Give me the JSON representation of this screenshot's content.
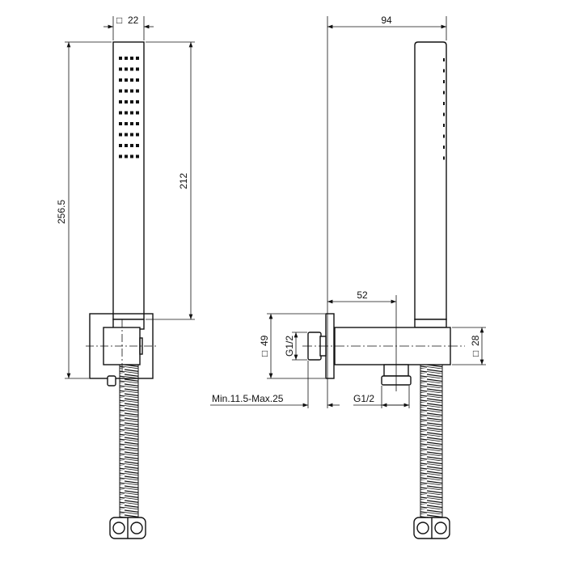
{
  "drawing": {
    "front_view": {
      "head_width": "22",
      "total_height": "256.5",
      "handle_height": "212"
    },
    "side_view": {
      "total_depth": "94",
      "arm_length": "52",
      "flange_size": "49",
      "arm_size": "28",
      "wall_thread": "G1/2",
      "outlet_thread": "G1/2",
      "wall_adjust": "Min.11.5-Max.25"
    },
    "symbols": {
      "square": "□"
    },
    "colors": {
      "line": "#111111",
      "background": "#ffffff"
    }
  }
}
